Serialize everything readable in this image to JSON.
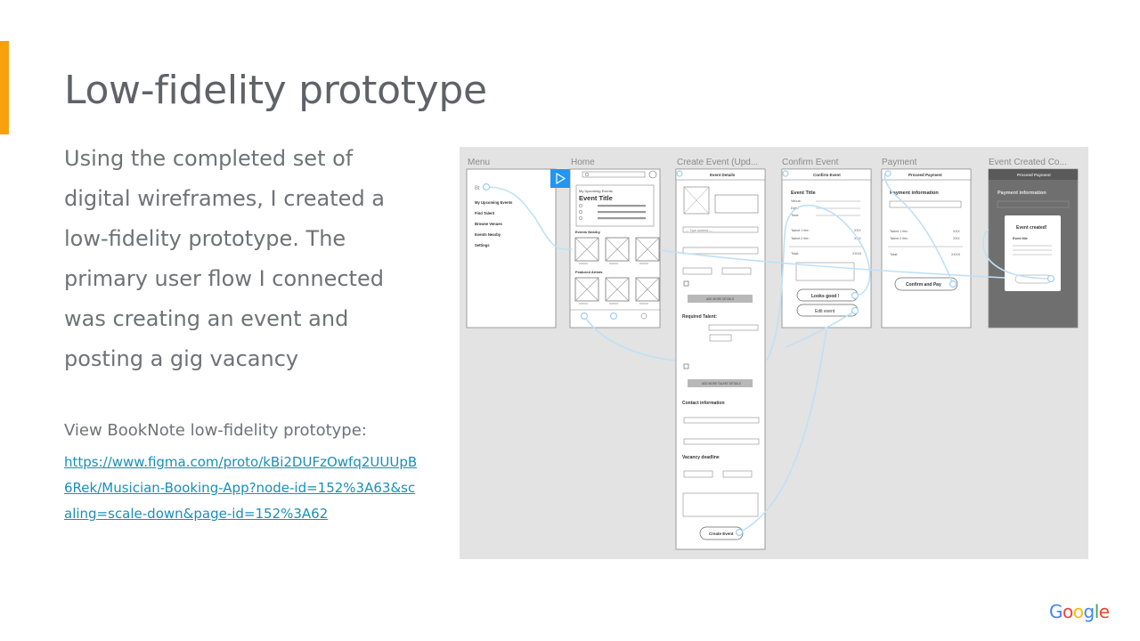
{
  "slide": {
    "title": "Low-fidelity prototype",
    "description": "Using the completed set of digital wireframes, I created a low-fidelity prototype. The primary user flow I connected was creating an event and posting a gig vacancy",
    "view_label": "View BookNote low-fidelity prototype:",
    "link": "https://www.figma.com/proto/kBi2DUFzOwfq2UUUpB6Rek/Musician-Booking-App?node-id=152%3A63&scaling=scale-down&page-id=152%3A62",
    "accent_color": "#f9a00f",
    "link_color": "#1a8fb8"
  },
  "prototype_board": {
    "frames": [
      {
        "label": "Menu",
        "items": [
          "My Upcoming Events",
          "Find Talent",
          "Browse Venues",
          "Events Nearby",
          "Settings"
        ]
      },
      {
        "label": "Home",
        "heading": "Event Title",
        "sub": "My Upcoming Events",
        "sections": [
          "Events Nearby",
          "Featured Artists"
        ]
      },
      {
        "label": "Create Event (Upd...",
        "header": "Event Details",
        "sections": [
          "Required Talent:",
          "Contact information",
          "Vacancy deadline"
        ],
        "cta": "Create Event",
        "buttons": [
          "ADD MORE DETAILS",
          "ADD MORE TALENT DETAILS"
        ],
        "select_placeholder": "— Type address —"
      },
      {
        "label": "Confirm Event",
        "header": "Confirm Event",
        "heading": "Event Title",
        "fields": [
          "Venue:",
          "Date:",
          "Time:",
          "Talent 1 fee:",
          "Talent 2 fee:",
          "Total:"
        ],
        "amounts": [
          "XXX",
          "XXX",
          "XXXX"
        ],
        "buttons": [
          "Looks good !",
          "Edit event"
        ]
      },
      {
        "label": "Payment",
        "header": "Proceed Payment",
        "heading": "Payment information",
        "fields": [
          "Talent 1 fee:",
          "Talent 2 fee:",
          "Total:"
        ],
        "amounts": [
          "XXX",
          "XXX",
          "XXXX"
        ],
        "button": "Confirm and Pay"
      },
      {
        "label": "Event Created Co...",
        "header": "Proceed Payment",
        "heading": "Payment information",
        "modal_title": "Event created!",
        "modal_sub": "Event title"
      }
    ]
  },
  "google_logo": {
    "letters": [
      "G",
      "o",
      "o",
      "g",
      "l",
      "e"
    ],
    "colors": [
      "#4285f4",
      "#ea4335",
      "#fbbc05",
      "#4285f4",
      "#34a853",
      "#ea4335"
    ]
  }
}
